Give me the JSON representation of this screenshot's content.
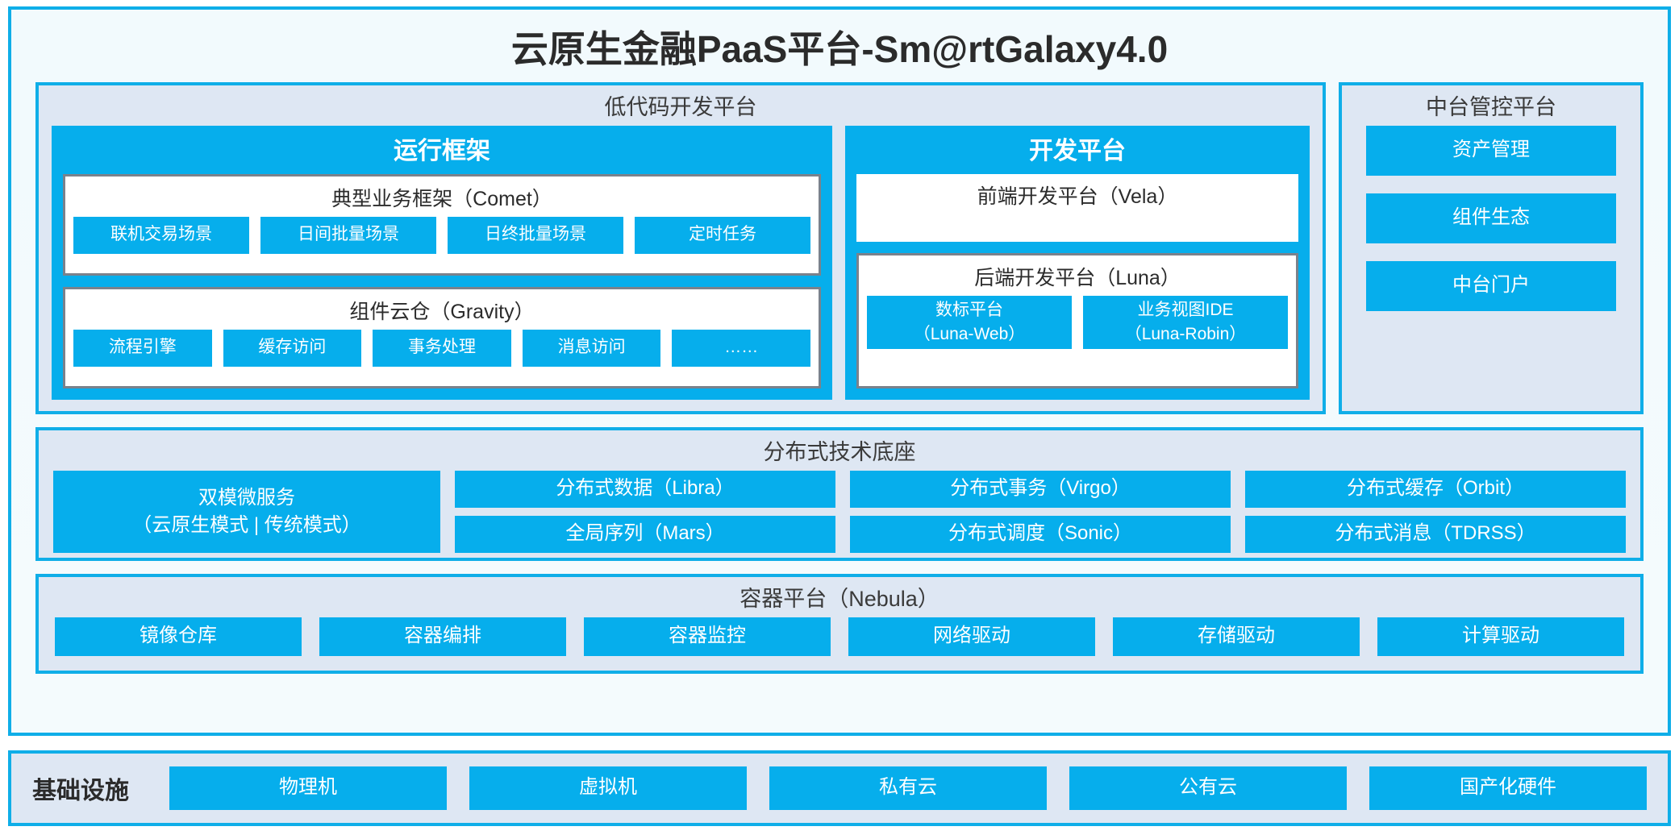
{
  "title": "云原生金融PaaS平台-Sm@rtGalaxy4.0",
  "colors": {
    "accent_blue": "#06AEEC",
    "frame_blue": "#0FAEE8",
    "panel_fill": "#DEE7F3",
    "box_border_gray": "#7A828C",
    "text_dark": "#2B2B2B"
  },
  "lowcode": {
    "title": "低代码开发平台",
    "runtime": {
      "title": "运行框架",
      "comet": {
        "title": "典型业务框架（Comet）",
        "items": [
          "联机交易场景",
          "日间批量场景",
          "日终批量场景",
          "定时任务"
        ]
      },
      "gravity": {
        "title": "组件云仓（Gravity）",
        "items": [
          "流程引擎",
          "缓存访问",
          "事务处理",
          "消息访问",
          "……"
        ]
      }
    },
    "devplatform": {
      "title": "开发平台",
      "frontend": {
        "title": "前端开发平台（Vela）"
      },
      "backend": {
        "title": "后端开发平台（Luna）",
        "items": [
          {
            "line1": "数标平台",
            "line2": "（Luna-Web）"
          },
          {
            "line1": "业务视图IDE",
            "line2": "（Luna-Robin）"
          }
        ]
      }
    }
  },
  "midtai": {
    "title": "中台管控平台",
    "items": [
      "资产管理",
      "组件生态",
      "中台门户"
    ]
  },
  "distributed": {
    "title": "分布式技术底座",
    "microservice": {
      "line1": "双模微服务",
      "line2": "（云原生模式 | 传统模式）"
    },
    "columns": [
      [
        "分布式数据（Libra）",
        "全局序列（Mars）"
      ],
      [
        "分布式事务（Virgo）",
        "分布式调度（Sonic）"
      ],
      [
        "分布式缓存（Orbit）",
        "分布式消息（TDRSS）"
      ]
    ]
  },
  "container": {
    "title": "容器平台（Nebula）",
    "items": [
      "镜像仓库",
      "容器编排",
      "容器监控",
      "网络驱动",
      "存储驱动",
      "计算驱动"
    ]
  },
  "infrastructure": {
    "label": "基础设施",
    "items": [
      "物理机",
      "虚拟机",
      "私有云",
      "公有云",
      "国产化硬件"
    ]
  }
}
